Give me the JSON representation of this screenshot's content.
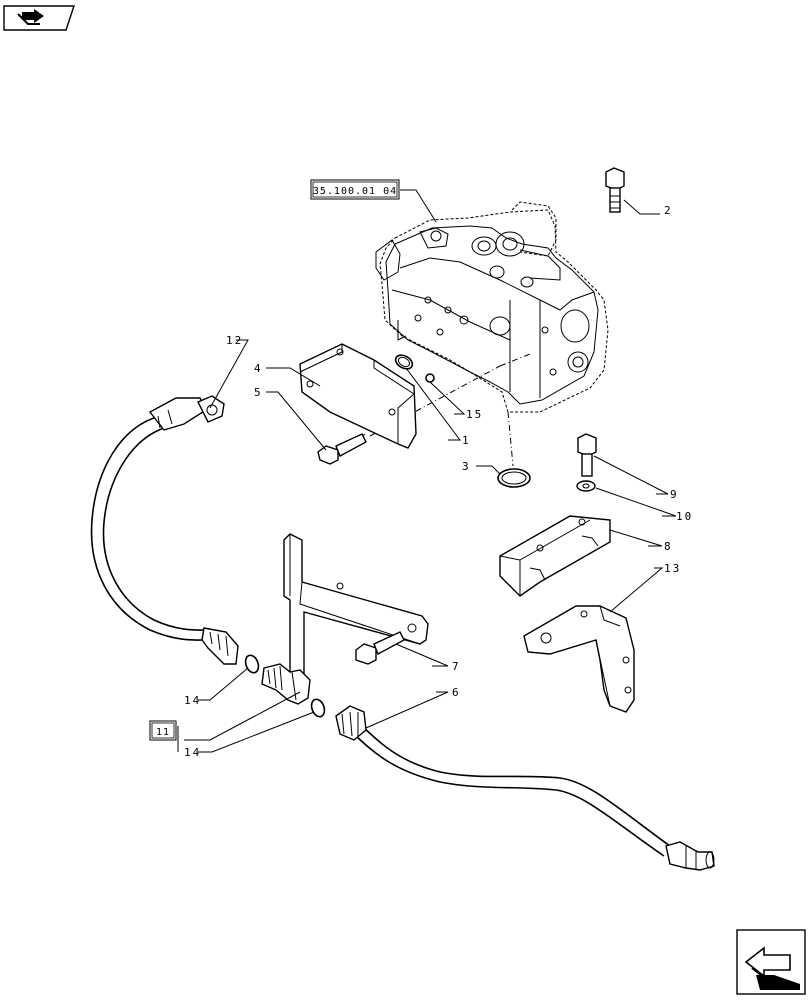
{
  "reference_box": "35.100.01 04",
  "group_label": "11",
  "callouts": [
    {
      "id": "c2",
      "text": "2"
    },
    {
      "id": "c12",
      "text": "12"
    },
    {
      "id": "c4a",
      "text": "4"
    },
    {
      "id": "c5",
      "text": "5"
    },
    {
      "id": "c15",
      "text": "15"
    },
    {
      "id": "c1",
      "text": "1"
    },
    {
      "id": "c3",
      "text": "3"
    },
    {
      "id": "c9",
      "text": "9"
    },
    {
      "id": "c10",
      "text": "10"
    },
    {
      "id": "c8",
      "text": "8"
    },
    {
      "id": "c13",
      "text": "13"
    },
    {
      "id": "c7",
      "text": "7"
    },
    {
      "id": "c6",
      "text": "6"
    },
    {
      "id": "c14a",
      "text": "14"
    },
    {
      "id": "c14b",
      "text": "14"
    }
  ],
  "icons": {
    "top_left": "book-arrow-icon",
    "bottom_right": "next-page-arrow-icon"
  }
}
